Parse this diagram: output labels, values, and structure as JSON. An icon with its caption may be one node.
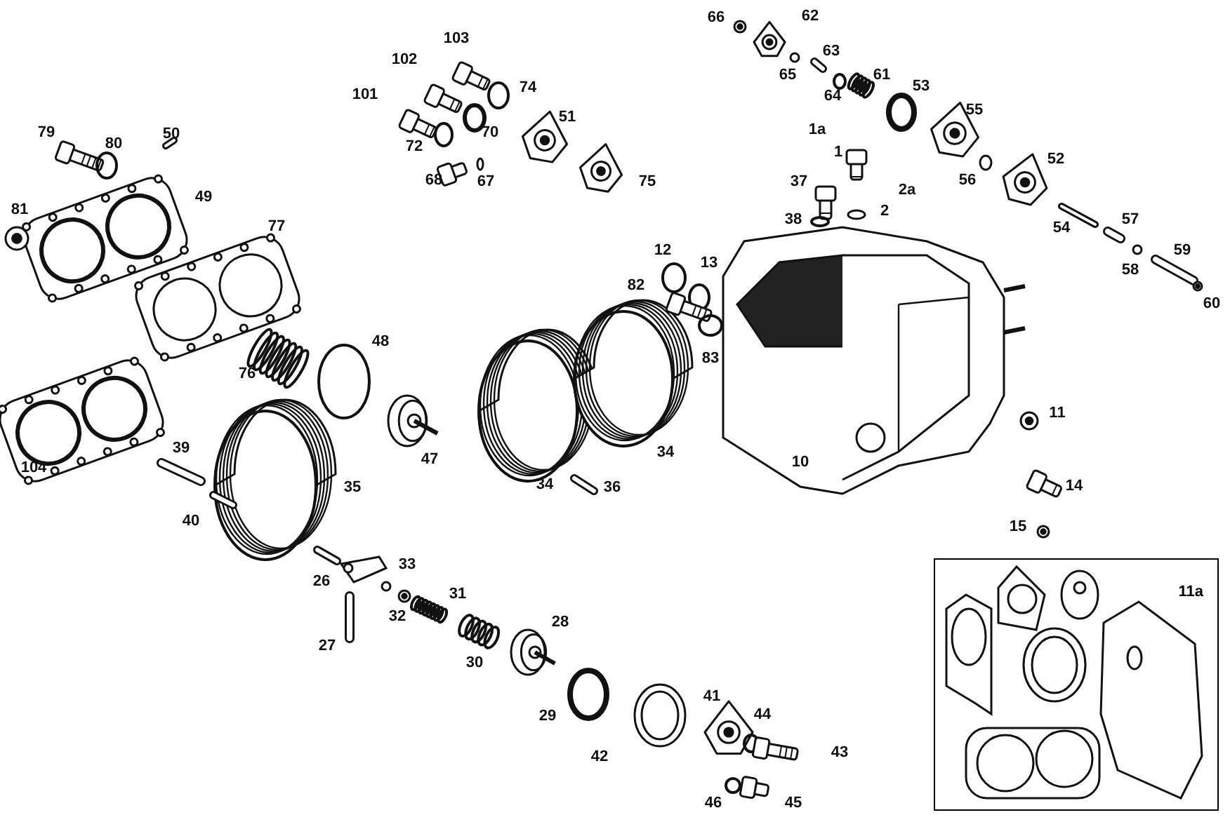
{
  "diagram": {
    "nodes": [
      {
        "text": [
          "11a"
        ]
      }
    ],
    "labels": [
      "62",
      "66",
      "103",
      "63",
      "102",
      "65",
      "61",
      "53",
      "74",
      "101",
      "64",
      "55",
      "51",
      "1a",
      "79",
      "70",
      "50",
      "80",
      "72",
      "1",
      "52",
      "56",
      "68",
      "67",
      "75",
      "37",
      "2a",
      "49",
      "81",
      "2",
      "77",
      "54",
      "57",
      "38",
      "12",
      "13",
      "59",
      "58",
      "82",
      "60",
      "48",
      "83",
      "76",
      "11",
      "34",
      "39",
      "47",
      "10",
      "104",
      "14",
      "34",
      "36",
      "35",
      "40",
      "15",
      "33",
      "26",
      "31",
      "32",
      "28",
      "27",
      "30",
      "41",
      "44",
      "29",
      "43",
      "42",
      "46",
      "45"
    ]
  }
}
